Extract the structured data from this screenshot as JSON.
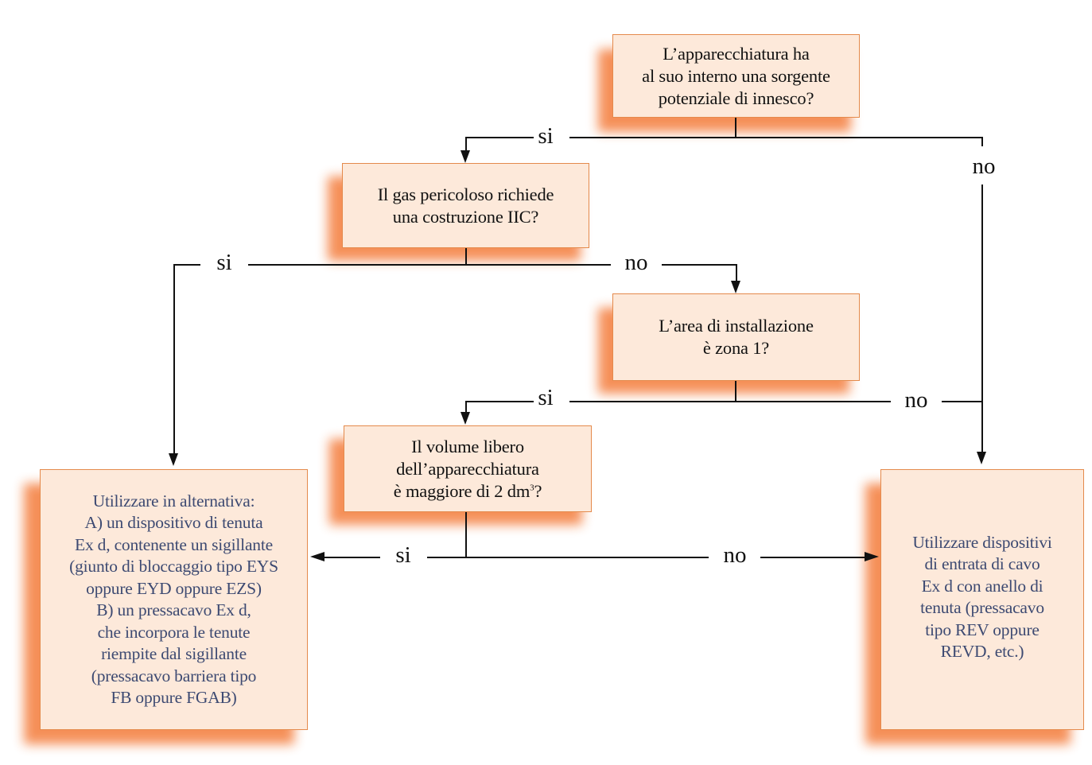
{
  "diagram": {
    "type": "flowchart",
    "colors": {
      "box_fill": "#fde9da",
      "box_border": "#e48a4c",
      "shadow": "#f58a50",
      "question_text": "#111111",
      "result_text": "#3d4a72",
      "connector": "#111111"
    },
    "nodes": {
      "q1": {
        "kind": "decision",
        "lines": [
          "L’apparecchiatura ha",
          "al suo interno una sorgente",
          "potenziale di innesco?"
        ]
      },
      "q2": {
        "kind": "decision",
        "lines": [
          "Il gas pericoloso richiede",
          "una costruzione IIC?"
        ]
      },
      "q3": {
        "kind": "decision",
        "lines": [
          "L’area di installazione",
          "è zona 1?"
        ]
      },
      "q4": {
        "kind": "decision",
        "lines": [
          "Il volume libero",
          "dell’apparecchiatura",
          "è maggiore di 2 dm"
        ],
        "superscript": "3",
        "suffix": "?"
      },
      "r_left": {
        "kind": "result",
        "lines": [
          "Utilizzare in alternativa:",
          "A) un dispositivo di tenuta",
          "Ex d, contenente un sigillante",
          "(giunto di bloccaggio tipo EYS",
          "oppure EYD oppure EZS)",
          "B) un pressacavo Ex d,",
          "che incorpora le tenute",
          "riempite dal sigillante",
          "(pressacavo barriera tipo",
          "FB oppure FGAB)"
        ]
      },
      "r_right": {
        "kind": "result",
        "lines": [
          "Utilizzare dispositivi",
          "di entrata di cavo",
          "Ex d con anello di",
          "tenuta (pressacavo",
          "tipo REV oppure",
          "REVD, etc.)"
        ]
      }
    },
    "edges": [
      {
        "from": "q1",
        "to": "q2",
        "label": "si"
      },
      {
        "from": "q1",
        "to": "r_right",
        "label": "no"
      },
      {
        "from": "q2",
        "to": "r_left",
        "label": "si"
      },
      {
        "from": "q2",
        "to": "q3",
        "label": "no"
      },
      {
        "from": "q3",
        "to": "q4",
        "label": "si"
      },
      {
        "from": "q3",
        "to": "r_right",
        "label": "no"
      },
      {
        "from": "q4",
        "to": "r_left",
        "label": "si"
      },
      {
        "from": "q4",
        "to": "r_right",
        "label": "no"
      }
    ],
    "labels": {
      "q1_yes": "si",
      "q1_no": "no",
      "q2_yes": "si",
      "q2_no": "no",
      "q3_yes": "si",
      "q3_no": "no",
      "q4_yes": "si",
      "q4_no": "no"
    }
  }
}
